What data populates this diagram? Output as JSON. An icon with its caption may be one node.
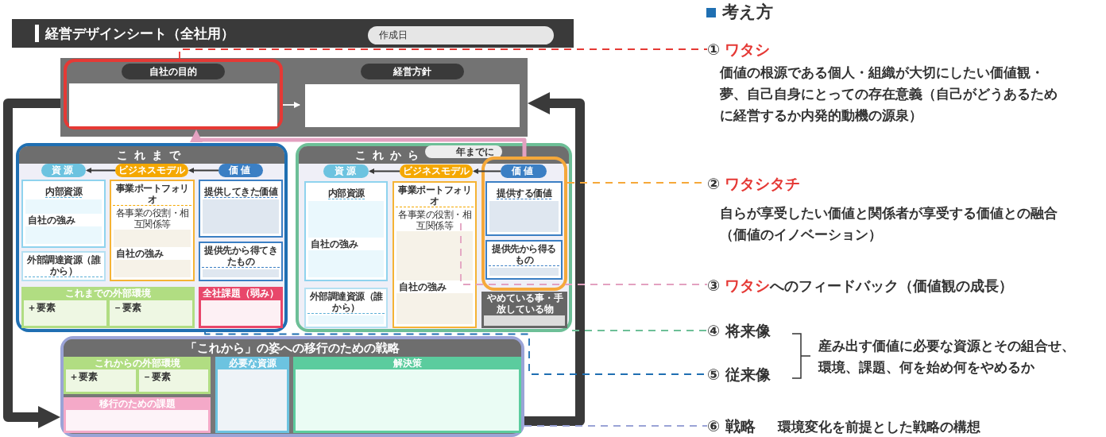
{
  "diagram": {
    "title": "経営デザインシート（全社用）",
    "nodes": [
      {
        "text": [
          "作成日"
        ]
      },
      {
        "text": [],
        "shape": "box"
      },
      {
        "text": [
          "自社の目的"
        ],
        "in": 1
      },
      {
        "text": [
          "経営方針"
        ],
        "in": 1
      },
      {
        "text": [
          "これまで"
        ]
      },
      {
        "text": [
          "資源"
        ],
        "in": 4
      },
      {
        "text": [
          "ビジネスモデル"
        ],
        "in": 4
      },
      {
        "text": [
          "価値"
        ],
        "in": 4
      },
      {
        "text": [
          "内部資源",
          "自社の強み"
        ],
        "in": 4
      },
      {
        "text": [
          "事業ポートフォリオ",
          "各事業の役割・相互関係等",
          "自社の強み"
        ],
        "in": 4
      },
      {
        "text": [
          "提供してきた価値"
        ],
        "in": 4
      },
      {
        "text": [
          "外部調達資源（誰から）"
        ],
        "in": 4
      },
      {
        "text": [
          "提供先から得てきたもの"
        ],
        "in": 4
      },
      {
        "text": [
          "これまでの外部環境",
          "＋要素",
          "－要素"
        ],
        "in": 4
      },
      {
        "text": [
          "全社課題（弱み）"
        ],
        "in": 4
      },
      {
        "text": [
          "これから"
        ]
      },
      {
        "text": [
          "年までに"
        ],
        "in": 15
      },
      {
        "text": [
          "資源"
        ],
        "in": 15
      },
      {
        "text": [
          "ビジネスモデル"
        ],
        "in": 15
      },
      {
        "text": [],
        "shape": "box",
        "in": 15
      },
      {
        "text": [
          "価値"
        ],
        "in": 19
      },
      {
        "text": [
          "内部資源",
          "自社の強み"
        ],
        "in": 15
      },
      {
        "text": [
          "事業ポートフォリオ",
          "各事業の役割・相互関係等",
          "自社の強み"
        ],
        "in": 15
      },
      {
        "text": [
          "提供する価値"
        ],
        "in": 19
      },
      {
        "text": [
          "外部調達資源（誰から）"
        ],
        "in": 15
      },
      {
        "text": [
          "提供先から得るもの"
        ],
        "in": 19
      },
      {
        "text": [
          "やめている事・手放している物"
        ],
        "in": 15
      },
      {
        "text": [
          "「これから」の姿への移行のための戦略"
        ]
      },
      {
        "text": [
          "これからの外部環境",
          "＋要素",
          "－要素"
        ],
        "in": 27
      },
      {
        "text": [
          "必要な資源"
        ],
        "in": 27
      },
      {
        "text": [
          "解決策"
        ],
        "in": 27
      },
      {
        "text": [
          "移行のための課題"
        ],
        "in": 27
      },
      {
        "text": [
          "①",
          "ワタシ",
          "価値の根源である個人・組織が大切にしたい価値観・夢、自己自身にとっての存在意義（自己がどうあるために経営するか内発的動機の源泉）"
        ]
      },
      {
        "text": [
          "②",
          "ワタシタチ",
          "自らが享受したい価値と関係者が享受する価値との融合（価値のイノベーション）"
        ]
      },
      {
        "text": [
          "③",
          "ワタシ",
          "へのフィードバック（価値観の成長）"
        ]
      },
      {
        "text": [
          "④ 将来像"
        ]
      },
      {
        "text": [
          "⑤ 従来像"
        ]
      },
      {
        "text": [
          "⑥ 戦略",
          "環境変化を前提とした戦略の構想"
        ]
      }
    ],
    "edges": [
      {
        "from": 2,
        "to": 3,
        "arrow": "to",
        "color": "#ffffff"
      },
      {
        "from": 7,
        "to": 6,
        "arrow": "to"
      },
      {
        "from": 6,
        "to": 5,
        "arrow": "to"
      },
      {
        "from": 18,
        "to": 17,
        "arrow": "to"
      },
      {
        "from": 20,
        "to": 18,
        "arrow": "to"
      },
      {
        "from": 1,
        "to": 27,
        "arrow": "to",
        "style": "thick"
      },
      {
        "from": 27,
        "to": 1,
        "arrow": "to",
        "style": "thick"
      },
      {
        "from": 19,
        "to": 2,
        "arrow": "to",
        "style": "thick",
        "color": "#e3a1c0"
      },
      {
        "from": 2,
        "to": 32,
        "arrow": "none",
        "style": "dashed",
        "color": "#e53935"
      },
      {
        "from": 19,
        "to": 33,
        "arrow": "none",
        "style": "dashed",
        "color": "#f5a83a"
      },
      {
        "from": 22,
        "to": 34,
        "arrow": "none",
        "style": "dashed",
        "color": "#e3a1c0"
      },
      {
        "from": 15,
        "to": 35,
        "arrow": "none",
        "style": "dashed",
        "color": "#6dbf97"
      },
      {
        "from": 4,
        "to": 36,
        "arrow": "none",
        "style": "dashed",
        "color": "#1f6fb2"
      },
      {
        "from": 27,
        "to": 37,
        "arrow": "none",
        "style": "dashed",
        "color": "#9aa3d6"
      }
    ],
    "labels": [
      "考え方",
      "産み出す価値に必要な資源とその組合せ、環境、課題、何を始め何をやめるか"
    ]
  }
}
